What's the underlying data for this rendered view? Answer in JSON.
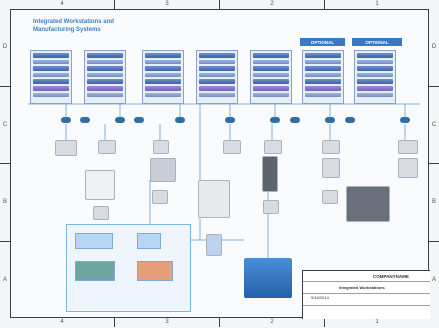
{
  "title": "Integrated Workstations and\nManufacturing Systems",
  "optional_labels": [
    "OPTIONAL",
    "OPTIONAL"
  ],
  "zones_horizontal": [
    "4",
    "3",
    "2",
    "1"
  ],
  "zones_vertical": [
    "D",
    "C",
    "B",
    "A"
  ],
  "title_block": {
    "company": "COMPANYNAME",
    "drawing_title": "Integrated Workstations",
    "date": "9/16/2014"
  },
  "colors": {
    "accent": "#3a78c4",
    "line": "#7fb2e0",
    "frame": "#3a3f46"
  }
}
